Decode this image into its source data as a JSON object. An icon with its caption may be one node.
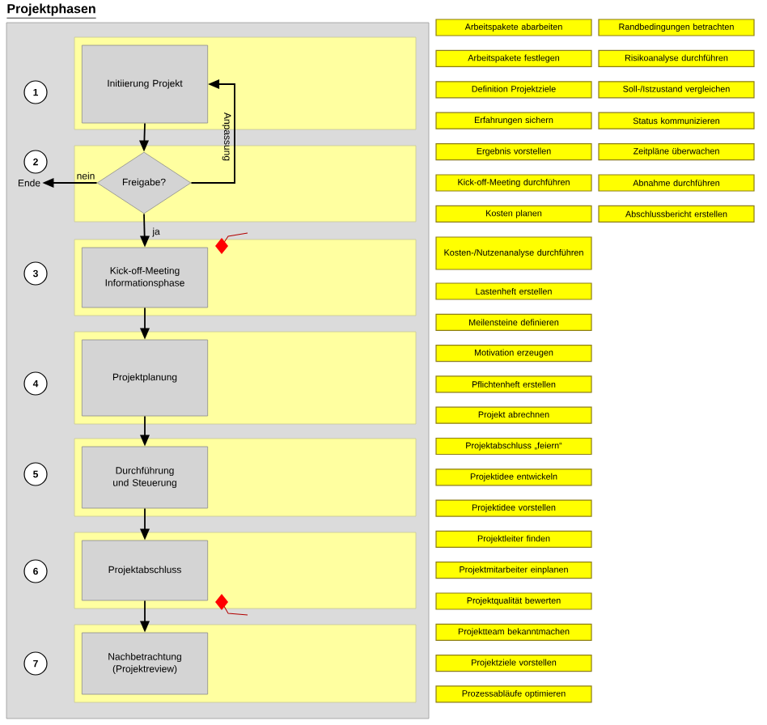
{
  "diagram": {
    "title": "Projektphasen",
    "nodes": [
      {
        "text": [
          "Initiierung Projekt"
        ]
      },
      {
        "text": [
          "Freigabe?"
        ]
      },
      {
        "text": [
          "Kick-off-Meeting Informationsphase"
        ]
      },
      {
        "text": [
          "Projektplanung"
        ]
      },
      {
        "text": [
          "Durchführung und Steuerung"
        ]
      },
      {
        "text": [
          "Projektabschluss"
        ]
      },
      {
        "text": [
          "Nachbetrachtung (Projektreview)"
        ]
      },
      {
        "text": [
          "Ende"
        ]
      },
      {
        "text": [
          "1"
        ]
      },
      {
        "text": [
          "2"
        ]
      },
      {
        "text": [
          "3"
        ]
      },
      {
        "text": [
          "4"
        ]
      },
      {
        "text": [
          "5"
        ]
      },
      {
        "text": [
          "6"
        ]
      },
      {
        "text": [
          "7"
        ]
      },
      {
        "text": [
          "Arbeitspakete abarbeiten"
        ]
      },
      {
        "text": [
          "Randbedingungen betrachten"
        ]
      },
      {
        "text": [
          "Arbeitspakete festlegen"
        ]
      },
      {
        "text": [
          "Risikoanalyse durchführen"
        ]
      },
      {
        "text": [
          "Definition Projektziele"
        ]
      },
      {
        "text": [
          "Soll-/Istzustand vergleichen"
        ]
      },
      {
        "text": [
          "Erfahrungen sichern"
        ]
      },
      {
        "text": [
          "Status kommunizieren"
        ]
      },
      {
        "text": [
          "Ergebnis vorstellen"
        ]
      },
      {
        "text": [
          "Zeitpläne überwachen"
        ]
      },
      {
        "text": [
          "Kick-off-Meeting durchführen"
        ]
      },
      {
        "text": [
          "Abnahme durchführen"
        ]
      },
      {
        "text": [
          "Kosten planen"
        ]
      },
      {
        "text": [
          "Abschlussbericht erstellen"
        ]
      },
      {
        "text": [
          "Kosten-/Nutzenanalyse durchführen"
        ]
      },
      {
        "text": [
          "Lastenheft erstellen"
        ]
      },
      {
        "text": [
          "Meilensteine definieren"
        ]
      },
      {
        "text": [
          "Motivation erzeugen"
        ]
      },
      {
        "text": [
          "Pflichtenheft erstellen"
        ]
      },
      {
        "text": [
          "Projekt abrechnen"
        ]
      },
      {
        "text": [
          "Projektabschluss „feiern“"
        ]
      },
      {
        "text": [
          "Projektidee entwickeln"
        ]
      },
      {
        "text": [
          "Projektidee vorstellen"
        ]
      },
      {
        "text": [
          "Projektleiter finden"
        ]
      },
      {
        "text": [
          "Projektmitarbeiter einplanen"
        ]
      },
      {
        "text": [
          "Projektqualität bewerten"
        ]
      },
      {
        "text": [
          "Projektteam bekanntmachen"
        ]
      },
      {
        "text": [
          "Projektziele vorstellen"
        ]
      },
      {
        "text": [
          "Prozessabläufe optimieren"
        ]
      }
    ],
    "edges": [
      {
        "from": 0,
        "to": 1,
        "arrow": "to"
      },
      {
        "from": 1,
        "to": 7,
        "arrow": "to",
        "label": "nein"
      },
      {
        "from": 1,
        "to": 0,
        "arrow": "to",
        "label": "Anpassung"
      },
      {
        "from": 1,
        "to": 2,
        "arrow": "to",
        "label": "ja"
      },
      {
        "from": 2,
        "to": 3,
        "arrow": "to"
      },
      {
        "from": 3,
        "to": 4,
        "arrow": "to"
      },
      {
        "from": 4,
        "to": 5,
        "arrow": "to"
      },
      {
        "from": 5,
        "to": 6,
        "arrow": "to"
      }
    ]
  }
}
